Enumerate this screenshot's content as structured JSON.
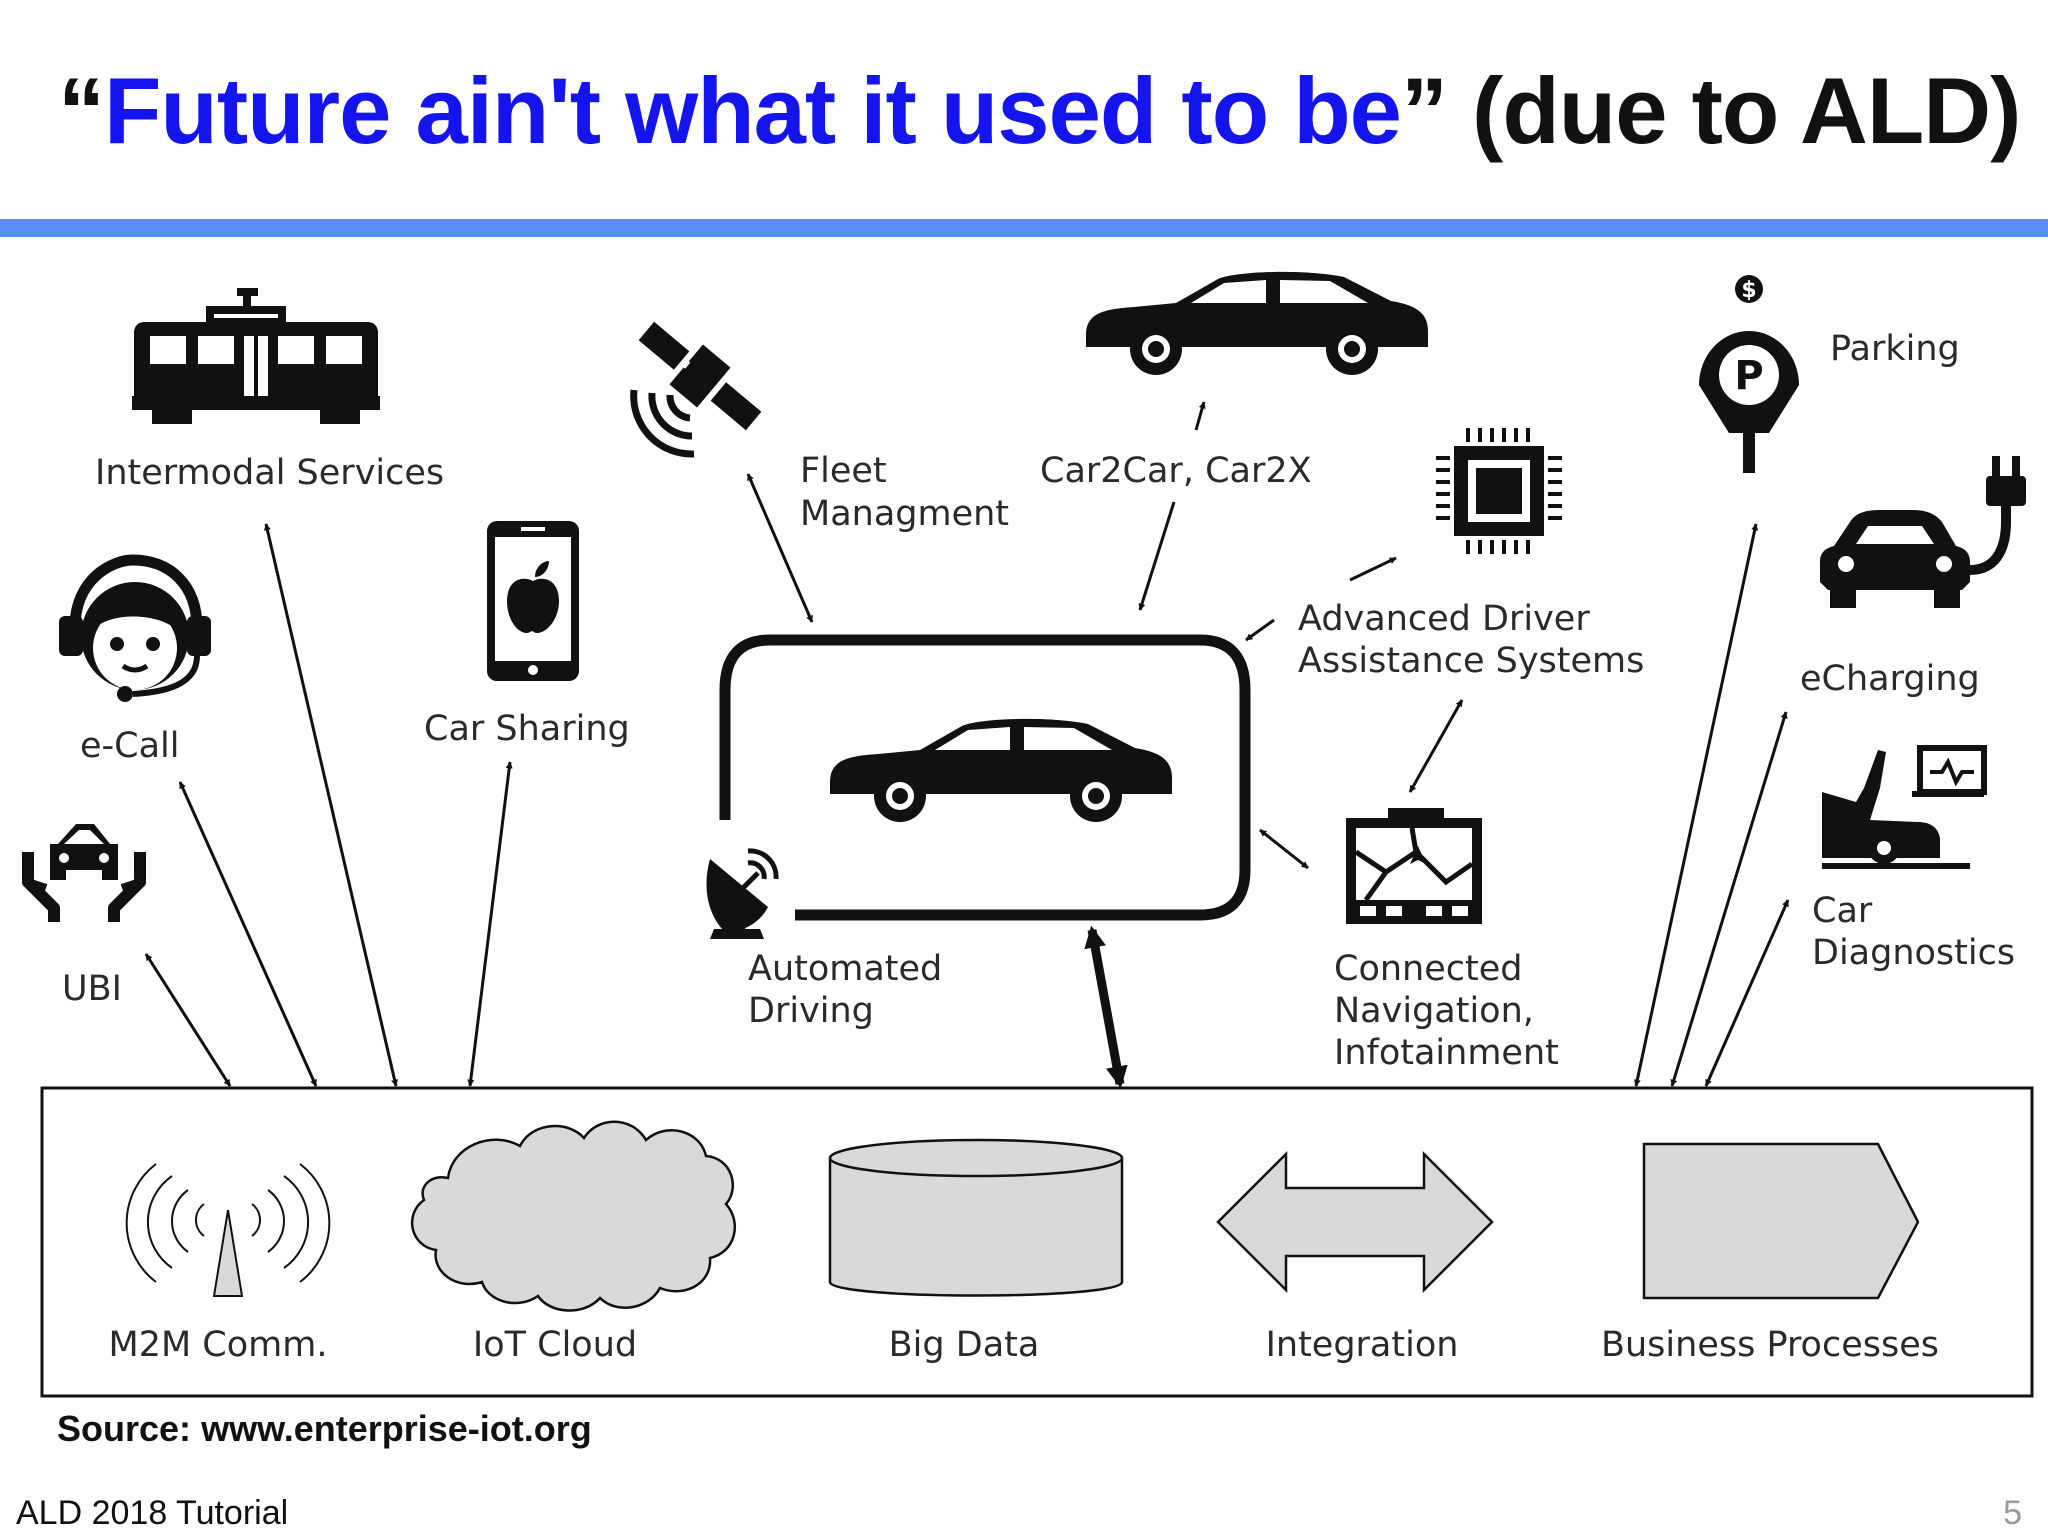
{
  "title": {
    "open_quote": "“",
    "quoted": "Future ain't what it used to be",
    "close_quote": "”",
    "suffix": " (due to ALD)"
  },
  "colors": {
    "title_blue": "#1414ee",
    "accent_bar": "#5b8ef3",
    "platform_fill": "#d9d9d9"
  },
  "services": {
    "intermodal": "Intermodal Services",
    "fleet_1": "Fleet",
    "fleet_2": "Managment",
    "car2car": "Car2Car, Car2X",
    "parking": "Parking",
    "ecall": "e-Call",
    "car_sharing": "Car  Sharing",
    "adas_1": "Advanced Driver",
    "adas_2": "Assistance Systems",
    "echarging": "eCharging",
    "ubi": "UBI",
    "automated_1": "Automated",
    "automated_2": "Driving",
    "nav_1": "Connected",
    "nav_2": "Navigation,",
    "nav_3": "Infotainment",
    "diag_1": "Car",
    "diag_2": "Diagnostics"
  },
  "platform": {
    "m2m": "M2M Comm.",
    "iot": "IoT Cloud",
    "bigdata": "Big Data",
    "integration": "Integration",
    "business": "Business Processes"
  },
  "icons": [
    "tram-icon",
    "satellite-icon",
    "car-icon",
    "parking-meter-icon",
    "headset-agent-icon",
    "smartphone-icon",
    "apple-logo-icon",
    "chip-icon",
    "ev-charging-icon",
    "insurance-hands-car-icon",
    "radar-dish-icon",
    "gps-navigation-icon",
    "car-diagnostics-icon",
    "antenna-icon",
    "cloud-icon",
    "database-cylinder-icon",
    "double-arrow-icon",
    "pentagon-arrow-icon"
  ],
  "source": {
    "label": "Source:",
    "url": "www.enterprise-iot.org"
  },
  "footer": {
    "left": "ALD 2018 Tutorial",
    "page": "5"
  }
}
